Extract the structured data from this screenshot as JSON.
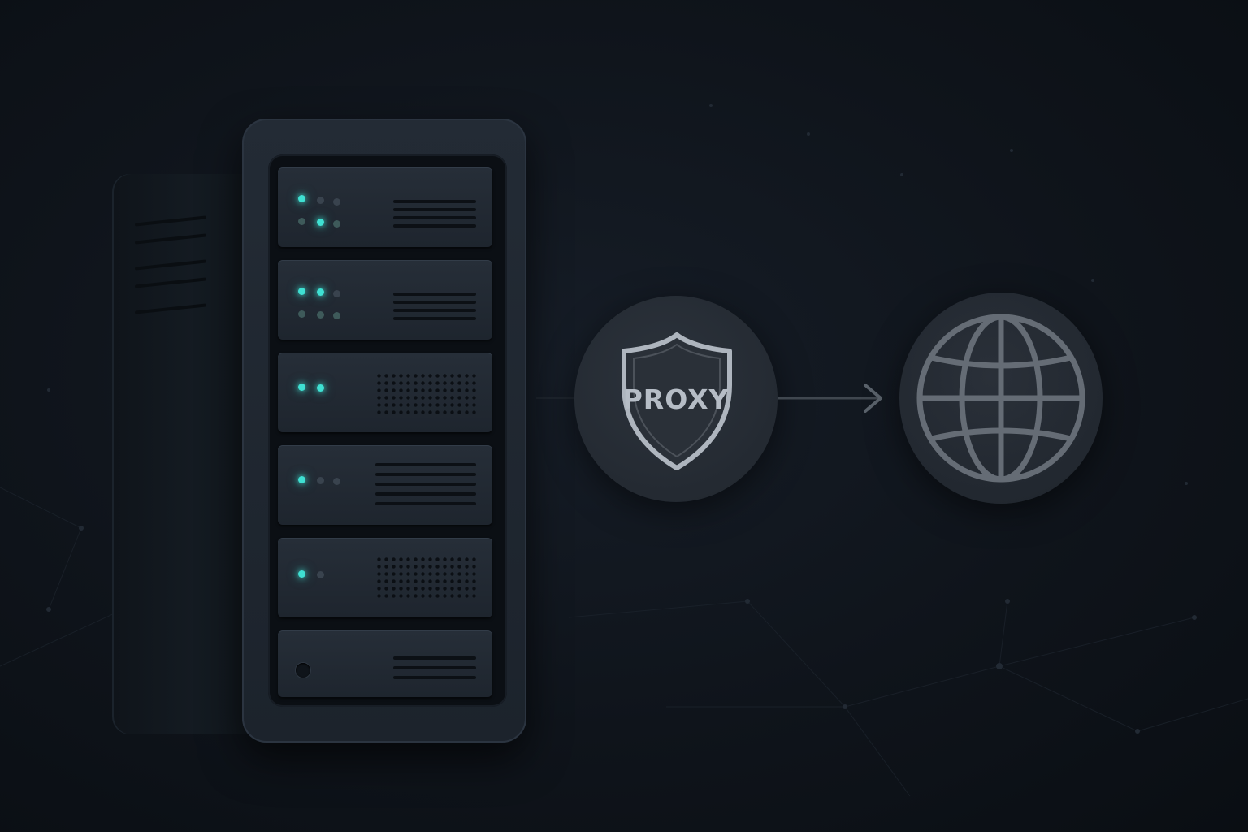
{
  "proxy": {
    "label": "PROXY",
    "icon": "shield-icon"
  },
  "destination": {
    "icon": "globe-icon"
  },
  "connector": {
    "icon": "arrow-right-icon"
  },
  "server": {
    "icon": "server-rack-icon",
    "units": [
      {
        "leds": [
          "on",
          "off",
          "off",
          "dim",
          "on",
          "dim"
        ],
        "face": "stripes"
      },
      {
        "leds": [
          "on",
          "on",
          "off",
          "dim",
          "dim",
          "dim"
        ],
        "face": "stripes"
      },
      {
        "leds": [
          "on",
          "on"
        ],
        "face": "grille"
      },
      {
        "leds": [
          "on",
          "off",
          "off"
        ],
        "face": "stripes"
      },
      {
        "leds": [
          "on",
          "off"
        ],
        "face": "grille"
      },
      {
        "leds": [],
        "face": "power"
      }
    ]
  },
  "colors": {
    "background": "#0d1117",
    "led_active": "#3fe0d2",
    "icon_stroke": "#aeb5be",
    "circle_fill": "#262c34"
  }
}
